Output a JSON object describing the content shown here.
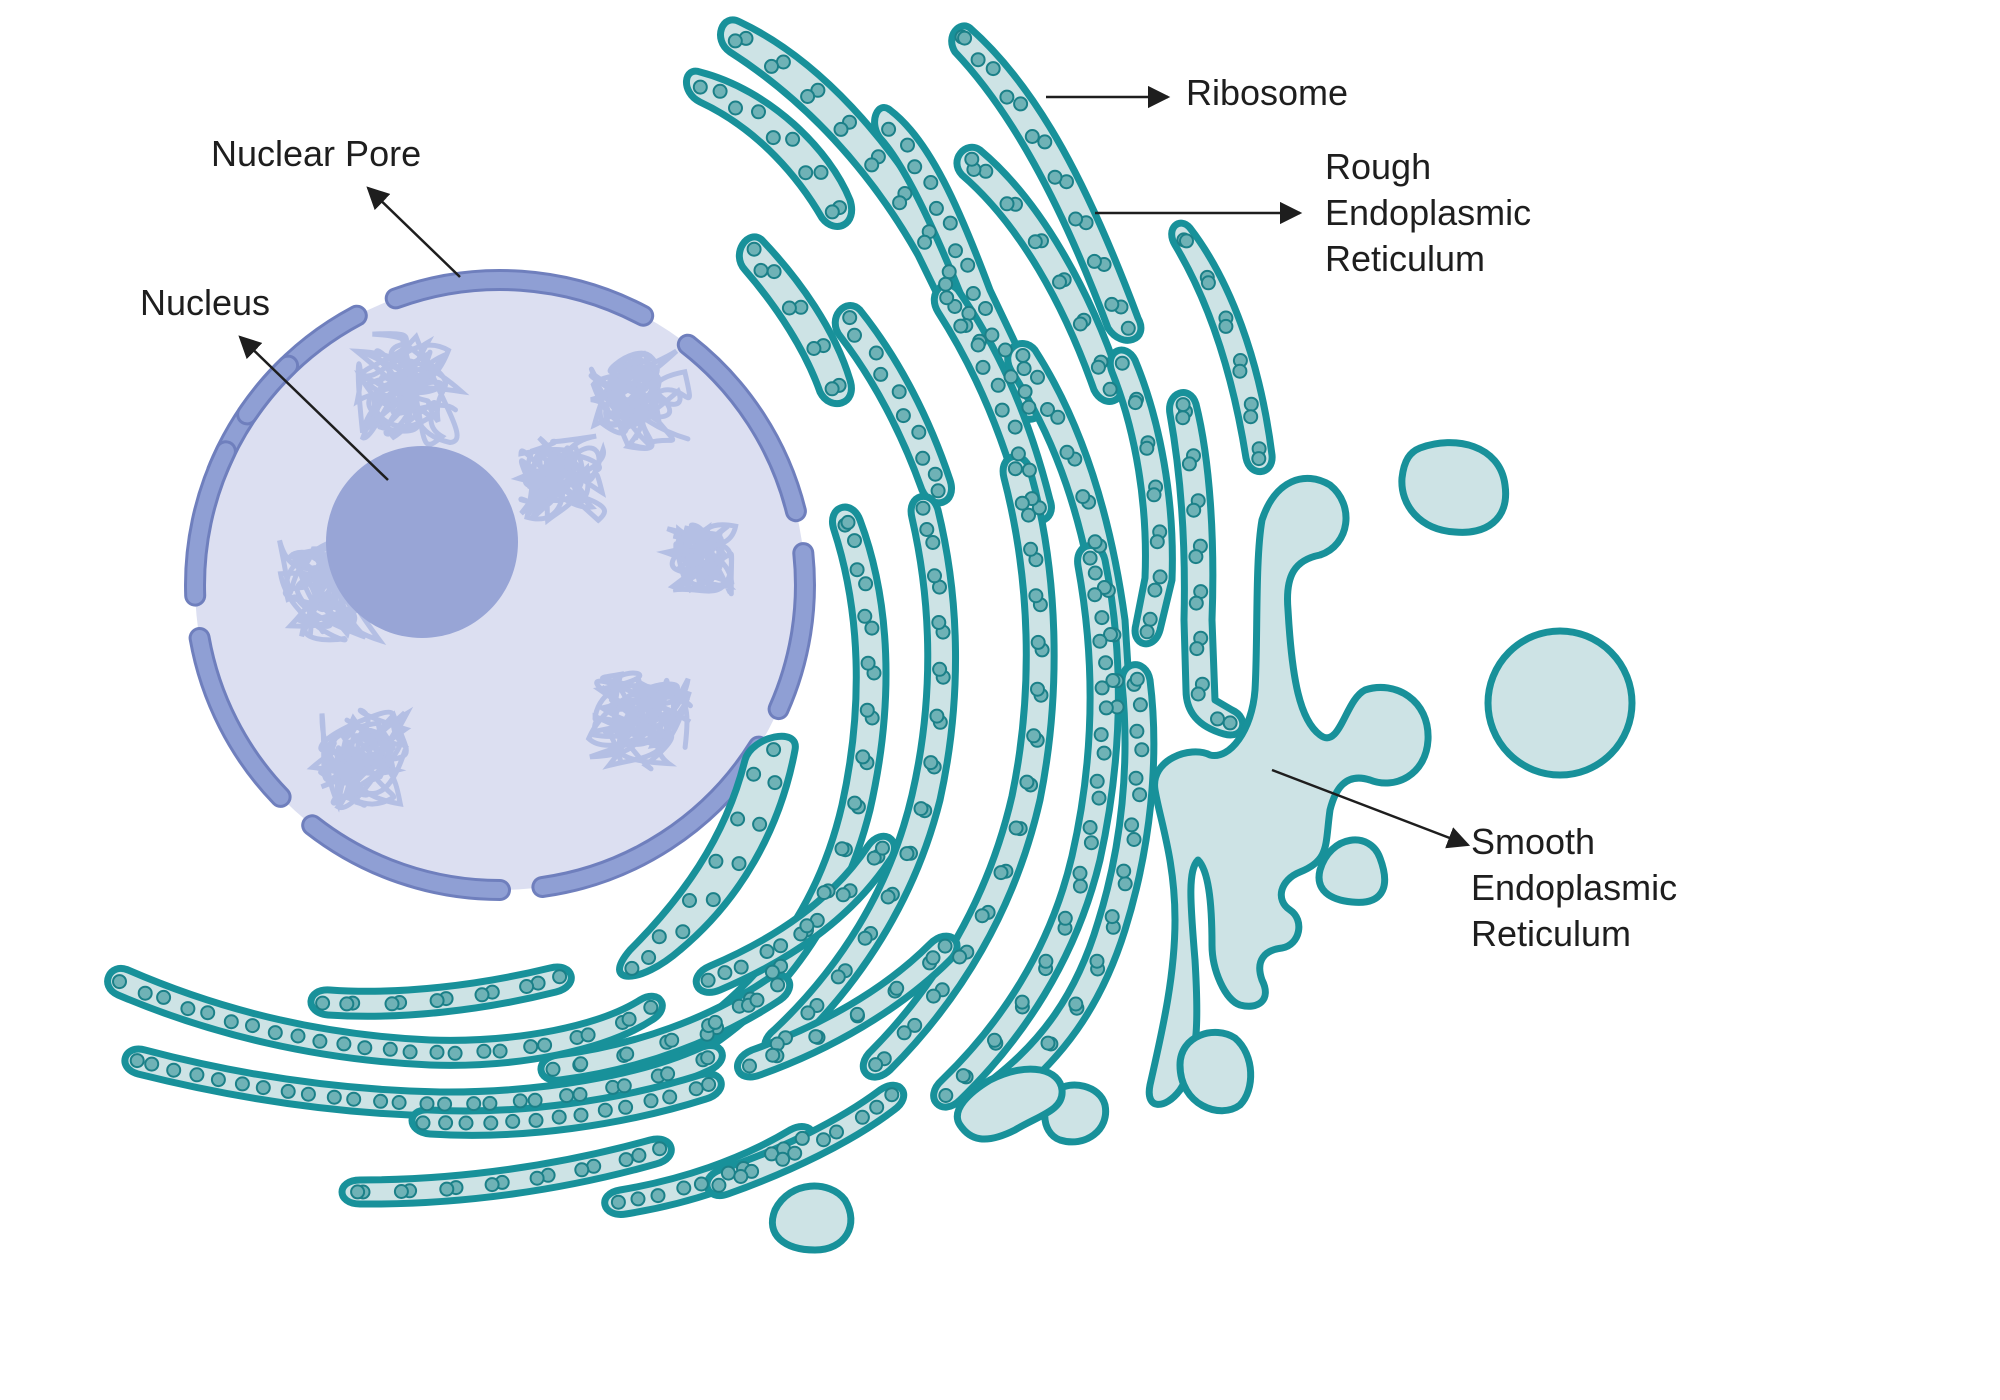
{
  "labels": {
    "nuclear_pore": "Nuclear Pore",
    "nucleus": "Nucleus",
    "ribosome": "Ribosome",
    "rough_er": [
      "Rough",
      "Endoplasmic",
      "Reticulum"
    ],
    "smooth_er": [
      "Smooth",
      "Endoplasmic",
      "Reticulum"
    ]
  },
  "colors": {
    "background": "#ffffff",
    "nucleus_fill": "#dcdff1",
    "nuclear_envelope": "#8f9fd4",
    "nuclear_envelope_stroke": "#6f7fbd",
    "chromatin": "#b4bfe4",
    "nucleolus": "#98a5d6",
    "er_stroke": "#18919a",
    "er_fill": "#cde3e5",
    "ribosome_fill": "#6fb2b6",
    "ribosome_stroke": "#1b8088",
    "text": "#1e1e1e",
    "arrow": "#1e1e1e"
  },
  "icons": {
    "nucleus": "nucleus-icon",
    "rough_er": "rough-er-icon",
    "smooth_er": "smooth-er-icon",
    "ribosome": "ribosome-icon"
  }
}
